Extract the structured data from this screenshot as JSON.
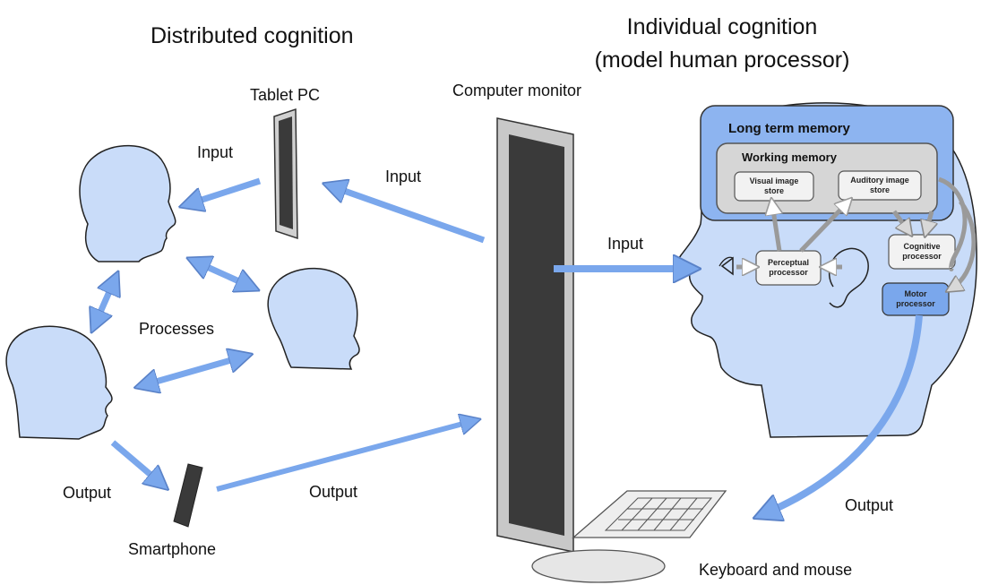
{
  "colors": {
    "head_fill": "#c9dcf9",
    "arrow_blue": "#7aa7ec",
    "device_dark": "#3a3a3a",
    "monitor_frame": "#c8c8c8",
    "ltm_fill": "#8db4f0",
    "wm_fill": "#d6d6d6",
    "box_fill": "#f2f2f2"
  },
  "titles": {
    "distributed": "Distributed cognition",
    "individual_line1": "Individual cognition",
    "individual_line2": "(model human processor)"
  },
  "devices": {
    "tablet": "Tablet PC",
    "monitor": "Computer monitor",
    "smartphone": "Smartphone",
    "keyboard_mouse": "Keyboard and mouse"
  },
  "flows": {
    "input_head_tablet": "Input",
    "input_tablet_monitor": "Input",
    "input_monitor_head": "Input",
    "output_head_phone": "Output",
    "output_phone_monitor": "Output",
    "output_motor_keyboard": "Output",
    "processes": "Processes"
  },
  "mhp": {
    "long_term_memory": "Long term memory",
    "working_memory": "Working memory",
    "visual_store_l1": "Visual image",
    "visual_store_l2": "store",
    "auditory_store_l1": "Auditory image",
    "auditory_store_l2": "store",
    "perceptual_l1": "Perceptual",
    "perceptual_l2": "processor",
    "cognitive_l1": "Cognitive",
    "cognitive_l2": "processor",
    "motor_l1": "Motor",
    "motor_l2": "processor"
  }
}
